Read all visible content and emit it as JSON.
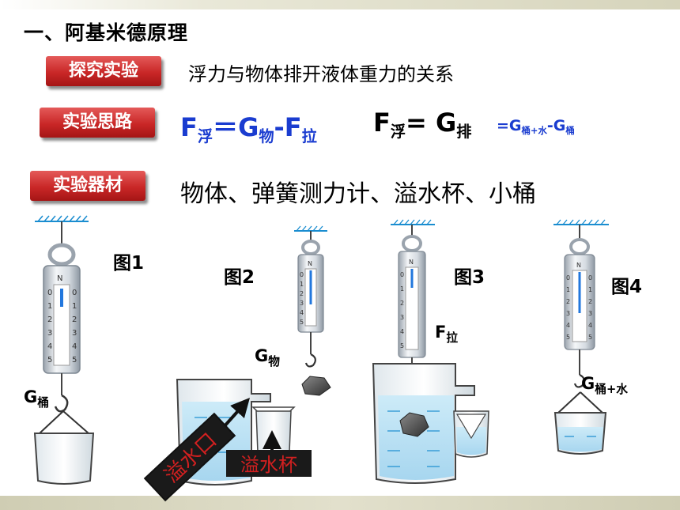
{
  "title": "一、阿基米德原理",
  "tags": {
    "explore": "探究实验",
    "idea": "实验思路",
    "materials": "实验器材"
  },
  "explore_text": "浮力与物体排开液体重力的关系",
  "formula1": {
    "F": "F",
    "F_sub": "浮",
    "eq": "＝",
    "G": "G",
    "G_sub": "物",
    "minus": "-",
    "F2": "F",
    "F2_sub": "拉"
  },
  "formula2": {
    "F": "F",
    "F_sub": "浮",
    "eq": "= ",
    "G": "G",
    "G_sub": "排"
  },
  "formula3": {
    "eq": "=",
    "G1": "G",
    "G1_sub": "桶+水",
    "minus": "-",
    "G2": "G",
    "G2_sub": "桶"
  },
  "materials_text": "物体、弹簧测力计、溢水杯、小桶",
  "figures": {
    "fig1": "图1",
    "fig2": "图2",
    "fig3": "图3",
    "fig4": "图4"
  },
  "labels": {
    "g_bucket": {
      "G": "G",
      "sub": "桶"
    },
    "g_object": {
      "G": "G",
      "sub": "物"
    },
    "f_pull": {
      "F": "F",
      "sub": "拉"
    },
    "g_bucket_water": {
      "G": "G",
      "sub": "桶+水"
    },
    "overflow_mouth": "溢水口",
    "overflow_cup": "溢水杯"
  },
  "scale_marks": [
    "N",
    "0",
    "1",
    "2",
    "3",
    "4",
    "5"
  ],
  "colors": {
    "accent_blue": "#1a3cd0",
    "tag_red": "#c92727",
    "water": "#bfe3f5"
  }
}
